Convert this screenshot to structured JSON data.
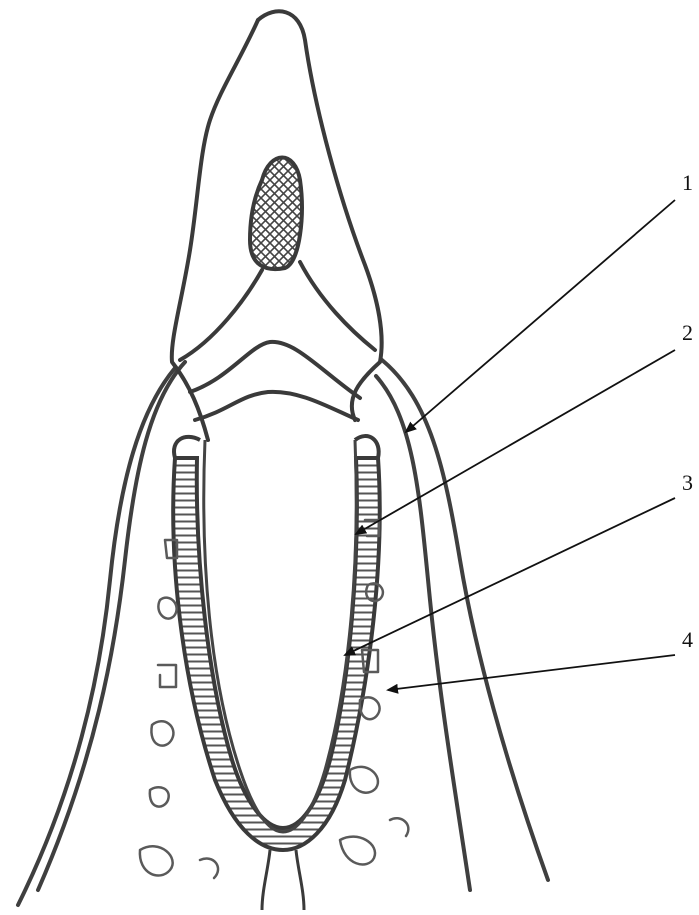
{
  "labels": [
    "1",
    "2",
    "3",
    "4"
  ],
  "colors": {
    "ink": "#3a3a3a",
    "hatch": "#555555",
    "arrow": "#111111",
    "background": "#ffffff"
  }
}
